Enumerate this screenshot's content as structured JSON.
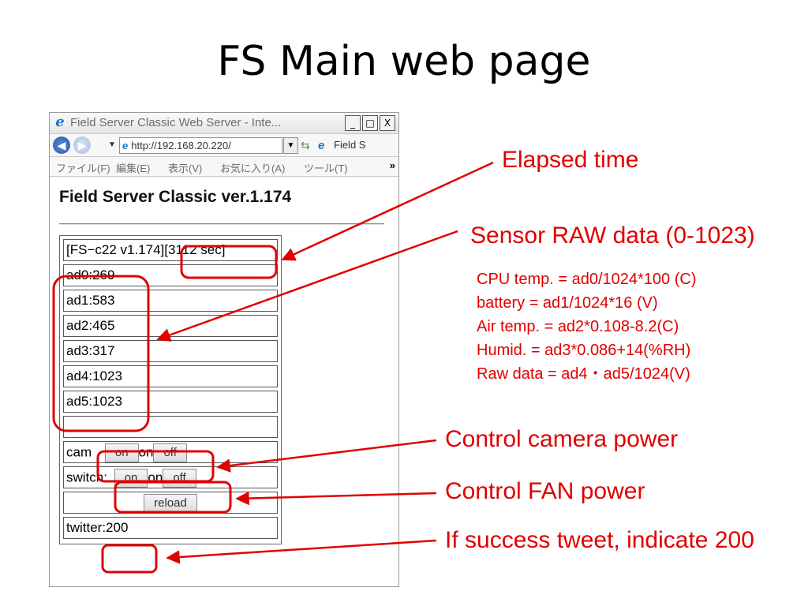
{
  "slide": {
    "title": "FS Main web page"
  },
  "browser": {
    "title": "Field Server Classic Web Server - Inte...",
    "window_buttons": {
      "minimize": "_",
      "maximize": "□",
      "close": "X"
    },
    "address": "http://192.168.20.220/",
    "tab_label": "Field S",
    "menus": [
      "ファイル(F)",
      "編集(E)",
      "表示(V)",
      "お気に入り(A)",
      "ツール(T)"
    ],
    "menu_more": "»"
  },
  "page": {
    "heading": "Field Server Classic ver.1.174",
    "rows": {
      "header": "[FS−c22 v1.174][3112 sec]",
      "ad0": "ad0:269",
      "ad1": "ad1:583",
      "ad2": "ad2:465",
      "ad3": "ad3:317",
      "ad4": "ad4:1023",
      "ad5": "ad5:1023",
      "empty": ""
    },
    "cam": {
      "label": "cam",
      "on_button": "on",
      "state": "on",
      "off_button": "off"
    },
    "switch": {
      "label": "switch:",
      "on_button": "on",
      "state": "on",
      "off_button": "off"
    },
    "reload_button": "reload",
    "twitter": "twitter:200"
  },
  "annotations": {
    "elapsed_time": "Elapsed time",
    "sensor_raw": "Sensor RAW data (0-1023)",
    "formulas": [
      "CPU temp. = ad0/1024*100 (C)",
      "battery = ad1/1024*16 (V)",
      "Air temp. = ad2*0.108-8.2(C)",
      "Humid. = ad3*0.086+14(%RH)",
      "Raw data = ad4・ad5/1024(V)"
    ],
    "camera_power": "Control camera power",
    "fan_power": "Control FAN power",
    "tweet": "If success tweet, indicate 200"
  },
  "colors": {
    "annotation": "#e00000",
    "ie_blue": "#1e73c8"
  }
}
